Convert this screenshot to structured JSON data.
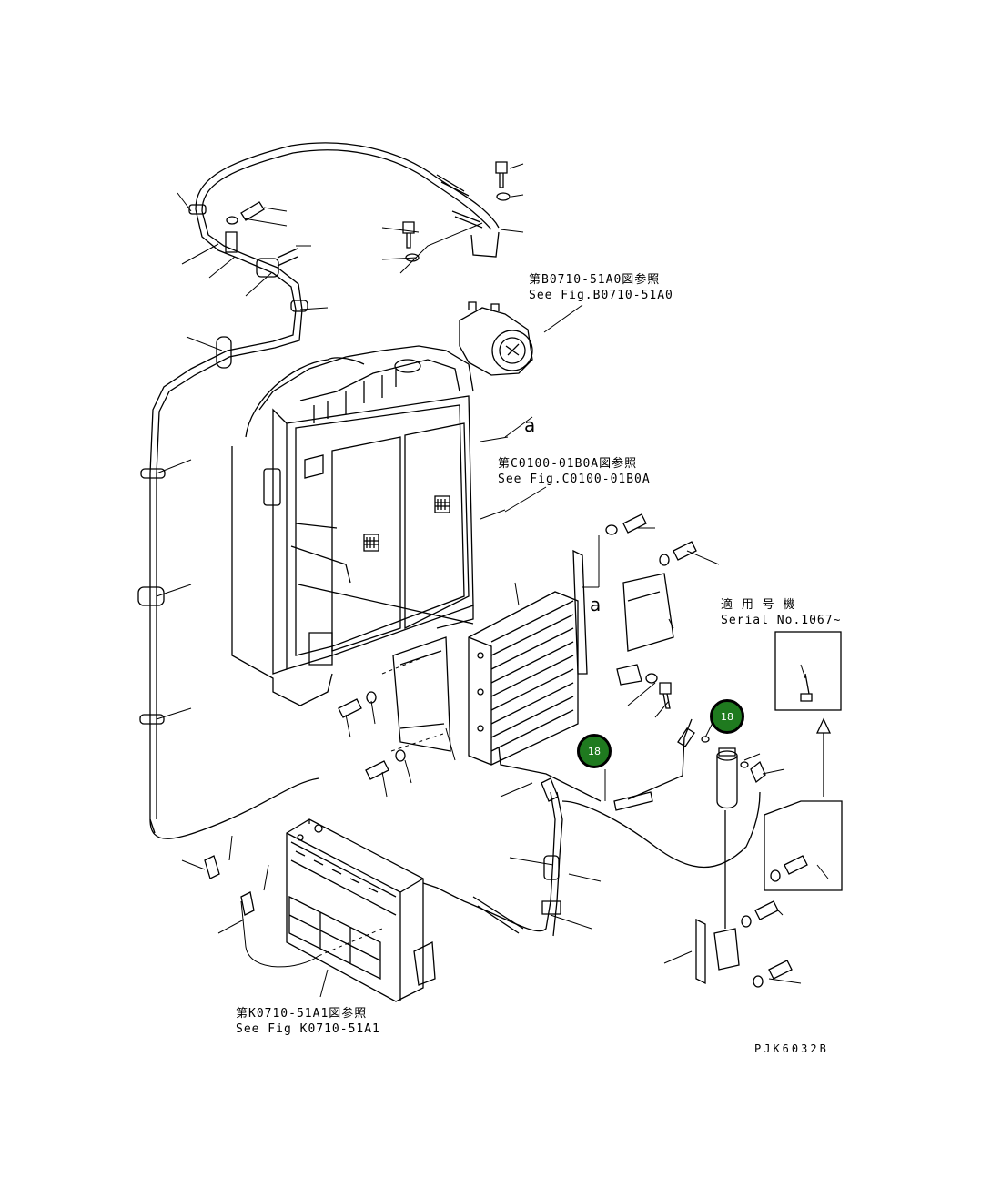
{
  "references": {
    "compressor_jp": "第B0710-51A0図参照",
    "compressor_en": "See Fig.B0710-51A0",
    "radiator_jp": "第C0100-01B0A図参照",
    "radiator_en": "See Fig.C0100-01B0A",
    "heater_jp": "第K0710-51A1図参照",
    "heater_en": "See Fig K0710-51A1"
  },
  "serial": {
    "jp": "適 用 号 機",
    "en": "Serial No.1067~"
  },
  "detail_letter_1": "a",
  "detail_letter_2": "a",
  "callouts": [
    "18",
    "18"
  ],
  "drawing_code": "PJK6032B"
}
